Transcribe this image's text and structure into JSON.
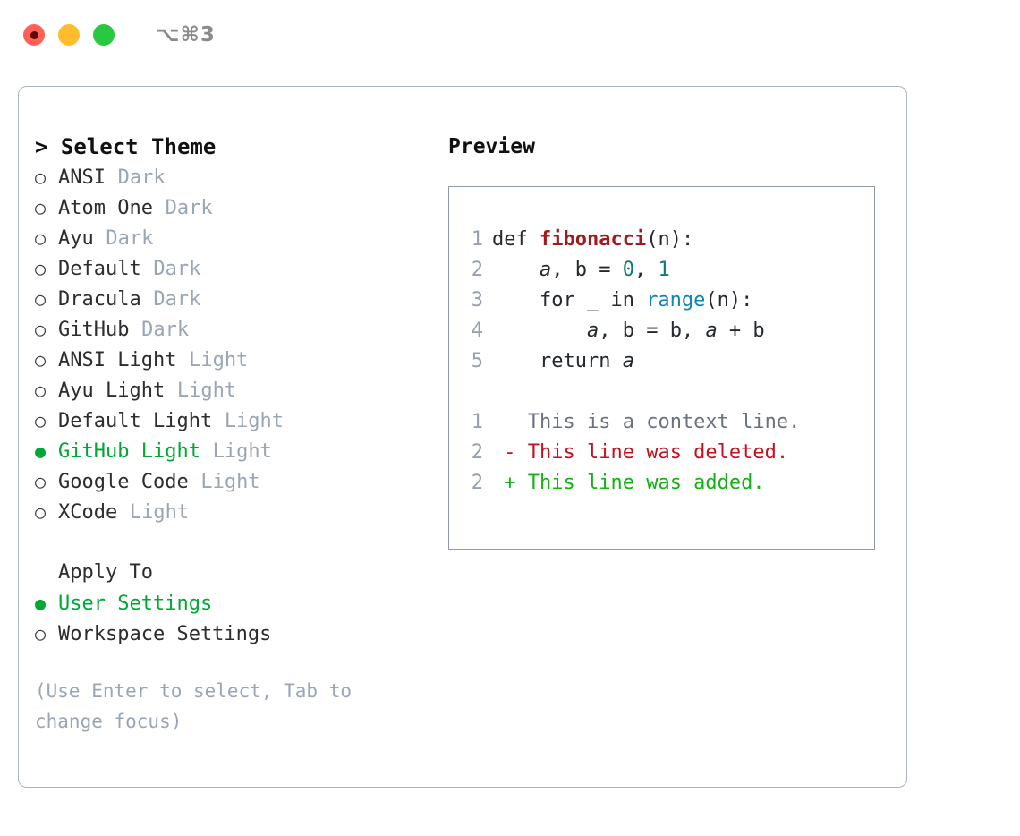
{
  "window": {
    "shortcut_label": "⌥⌘3",
    "traffic_lights": [
      "close",
      "minimize",
      "maximize"
    ]
  },
  "theme_picker": {
    "heading": "> Select Theme",
    "selected_bullet": "●",
    "unselected_bullet": "○",
    "accent_color": "#00a832",
    "items": [
      {
        "label": "ANSI",
        "tag": "Dark",
        "selected": false
      },
      {
        "label": "Atom One",
        "tag": "Dark",
        "selected": false
      },
      {
        "label": "Ayu",
        "tag": "Dark",
        "selected": false
      },
      {
        "label": "Default",
        "tag": "Dark",
        "selected": false
      },
      {
        "label": "Dracula",
        "tag": "Dark",
        "selected": false
      },
      {
        "label": "GitHub",
        "tag": "Dark",
        "selected": false
      },
      {
        "label": "ANSI Light",
        "tag": "Light",
        "selected": false
      },
      {
        "label": "Ayu Light",
        "tag": "Light",
        "selected": false
      },
      {
        "label": "Default Light",
        "tag": "Light",
        "selected": false
      },
      {
        "label": "GitHub Light",
        "tag": "Light",
        "selected": true
      },
      {
        "label": "Google Code",
        "tag": "Light",
        "selected": false
      },
      {
        "label": "XCode",
        "tag": "Light",
        "selected": false
      }
    ]
  },
  "apply_to": {
    "heading": "Apply To",
    "items": [
      {
        "label": "User Settings",
        "selected": true
      },
      {
        "label": "Workspace Settings",
        "selected": false
      }
    ]
  },
  "hint": "(Use Enter to select, Tab to change focus)",
  "preview": {
    "title": "Preview",
    "code_lines": [
      {
        "number": "1",
        "tokens": [
          {
            "text": "def ",
            "style": "kw"
          },
          {
            "text": "fibonacci",
            "style": "fn"
          },
          {
            "text": "(n):",
            "style": "plain"
          }
        ]
      },
      {
        "number": "2",
        "tokens": [
          {
            "text": "    ",
            "style": "plain"
          },
          {
            "text": "a",
            "style": "var"
          },
          {
            "text": ", ",
            "style": "plain"
          },
          {
            "text": "b",
            "style": "plain"
          },
          {
            "text": " = ",
            "style": "plain"
          },
          {
            "text": "0",
            "style": "num"
          },
          {
            "text": ", ",
            "style": "plain"
          },
          {
            "text": "1",
            "style": "num"
          }
        ]
      },
      {
        "number": "3",
        "tokens": [
          {
            "text": "    for _ in ",
            "style": "plain"
          },
          {
            "text": "range",
            "style": "bi"
          },
          {
            "text": "(n):",
            "style": "plain"
          }
        ]
      },
      {
        "number": "4",
        "tokens": [
          {
            "text": "        ",
            "style": "plain"
          },
          {
            "text": "a",
            "style": "var"
          },
          {
            "text": ", b = b, ",
            "style": "plain"
          },
          {
            "text": "a",
            "style": "var"
          },
          {
            "text": " + b",
            "style": "plain"
          }
        ]
      },
      {
        "number": "5",
        "tokens": [
          {
            "text": "    return ",
            "style": "plain"
          },
          {
            "text": "a",
            "style": "var"
          }
        ]
      }
    ],
    "diff_lines": [
      {
        "number": "1",
        "marker": " ",
        "text": "This is a context line.",
        "style": "ctx"
      },
      {
        "number": "2",
        "marker": "-",
        "text": "This line was deleted.",
        "style": "del"
      },
      {
        "number": "2",
        "marker": "+",
        "text": "This line was added.",
        "style": "add"
      }
    ]
  }
}
